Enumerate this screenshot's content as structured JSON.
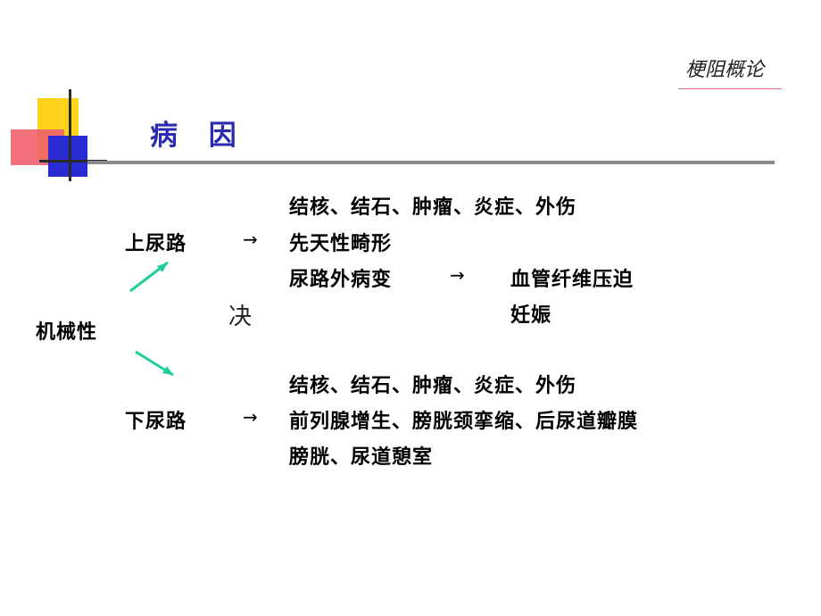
{
  "header": {
    "section_label": "梗阻概论",
    "title": "病 因"
  },
  "diagram": {
    "root": "机械性",
    "note": "决",
    "arrow_symbol": "→",
    "upper": {
      "label": "上尿路",
      "line1": "结核、结石、肿瘤、炎症、外伤",
      "line2": "先天性畸形",
      "line3": "尿路外病变",
      "line3_target_1": "血管纤维压迫",
      "line3_target_2": "妊娠"
    },
    "lower": {
      "label": "下尿路",
      "line1": "结核、结石、肿瘤、炎症、外伤",
      "line2": "前列腺增生、膀胱颈挛缩、后尿道瓣膜",
      "line3": "膀胱、尿道憩室"
    }
  },
  "colors": {
    "title": "#2b2bb2",
    "branch_arrow": "#1fcc9a",
    "underline": "#e36a8a"
  }
}
